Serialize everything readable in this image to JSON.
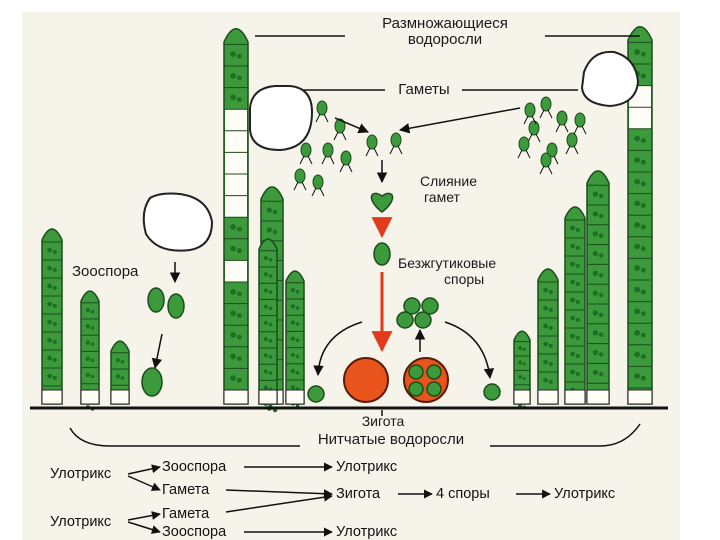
{
  "labels": {
    "title_line1": "Размножающиеся",
    "title_line2": "водоросли",
    "gametes": "Гаметы",
    "fusion_line1": "Слияние",
    "fusion_line2": "гамет",
    "zoospore": "Зооспора",
    "spores_line1": "Безжгутиковые",
    "spores_line2": "споры",
    "zygote": "Зигота",
    "filamentous": "Нитчатые водоросли"
  },
  "scheme": {
    "ulothrix": "Улотрикс",
    "zoospore": "Зооспора",
    "gamete": "Гамета",
    "zygote": "Зигота",
    "four_spores": "4 споры"
  },
  "colors": {
    "cell_green": "#3c9a3c",
    "cell_dark": "#1f6e26",
    "zygote_orange": "#e8541c",
    "arrow_red": "#e23b1c",
    "background": "#f6f3ea"
  }
}
